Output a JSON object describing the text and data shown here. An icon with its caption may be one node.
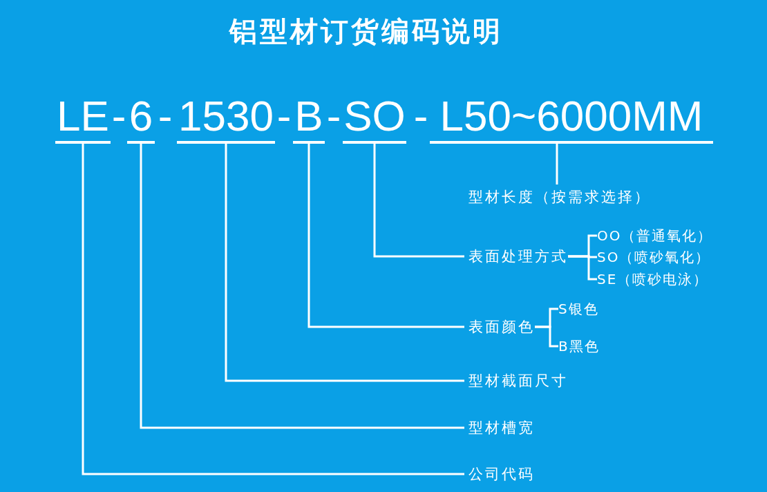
{
  "diagram": {
    "title": "铝型材订货编码说明",
    "nodes": [
      {
        "text": [
          "LE"
        ]
      },
      {
        "text": [
          "6"
        ]
      },
      {
        "text": [
          "1530"
        ]
      },
      {
        "text": [
          "B"
        ]
      },
      {
        "text": [
          "SO"
        ]
      },
      {
        "text": [
          "L50~6000MM"
        ]
      },
      {
        "text": [
          "型材长度（按需求选择）"
        ]
      },
      {
        "text": [
          "表面处理方式"
        ]
      },
      {
        "text": [
          "OO（普通氧化）"
        ]
      },
      {
        "text": [
          "SO（喷砂氧化）"
        ]
      },
      {
        "text": [
          "SE（喷砂电泳）"
        ]
      },
      {
        "text": [
          "表面颜色"
        ]
      },
      {
        "text": [
          "S银色"
        ]
      },
      {
        "text": [
          "B黑色"
        ]
      },
      {
        "text": [
          "型材截面尺寸"
        ]
      },
      {
        "text": [
          "型材槽宽"
        ]
      },
      {
        "text": [
          "公司代码"
        ]
      }
    ],
    "edges": [
      {
        "from": 5,
        "to": 6,
        "arrow": "none"
      },
      {
        "from": 4,
        "to": 7,
        "arrow": "none"
      },
      {
        "from": 7,
        "to": 8,
        "arrow": "none"
      },
      {
        "from": 7,
        "to": 9,
        "arrow": "none"
      },
      {
        "from": 7,
        "to": 10,
        "arrow": "none"
      },
      {
        "from": 3,
        "to": 11,
        "arrow": "none"
      },
      {
        "from": 11,
        "to": 12,
        "arrow": "none"
      },
      {
        "from": 11,
        "to": 13,
        "arrow": "none"
      },
      {
        "from": 2,
        "to": 14,
        "arrow": "none"
      },
      {
        "from": 1,
        "to": 15,
        "arrow": "none"
      },
      {
        "from": 0,
        "to": 16,
        "arrow": "none"
      }
    ],
    "labels": [
      "-",
      "-",
      "-",
      "-",
      "-"
    ]
  }
}
